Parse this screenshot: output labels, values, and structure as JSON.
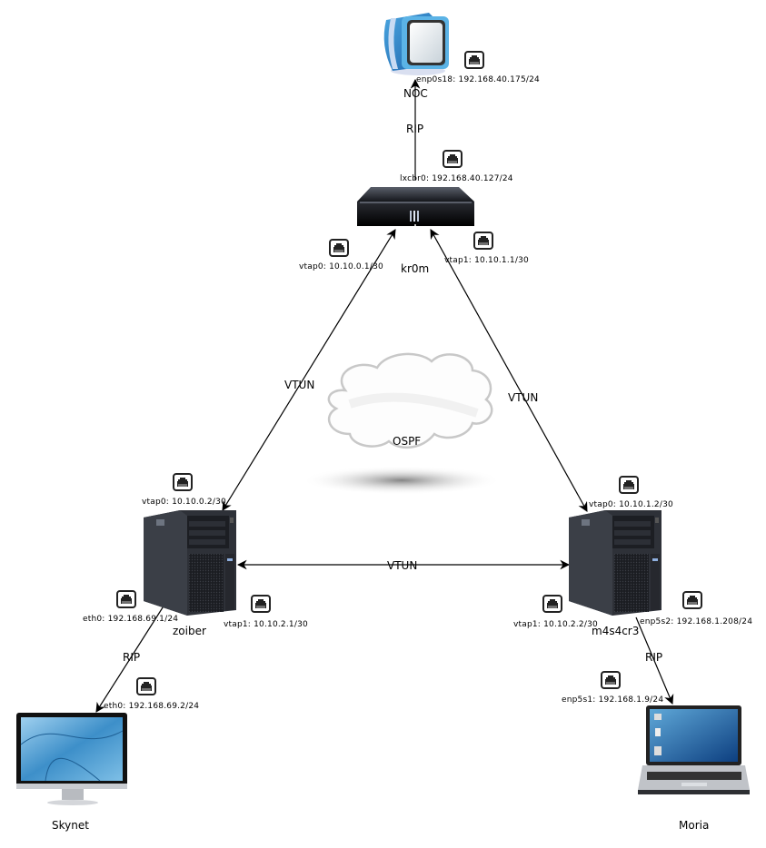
{
  "diagram": {
    "nodes": [
      {
        "id": "noc",
        "name": "NOC",
        "type": "crt-monitor",
        "interfaces": [
          {
            "name": "enp0s18",
            "address": "192.168.40.175/24",
            "label": "enp0s18: 192.168.40.175/24"
          }
        ]
      },
      {
        "id": "kr0m",
        "name": "kr0m",
        "type": "rack-server",
        "interfaces": [
          {
            "name": "lxcbr0",
            "address": "192.168.40.127/24",
            "label": "lxcbr0: 192.168.40.127/24"
          },
          {
            "name": "vtap0",
            "address": "10.10.0.1/30",
            "label": "vtap0: 10.10.0.1/30"
          },
          {
            "name": "vtap1",
            "address": "10.10.1.1/30",
            "label": "vtap1: 10.10.1.1/30"
          }
        ]
      },
      {
        "id": "zoiber",
        "name": "zoiber",
        "type": "tower-server",
        "interfaces": [
          {
            "name": "vtap0",
            "address": "10.10.0.2/30",
            "label": "vtap0: 10.10.0.2/30"
          },
          {
            "name": "eth0",
            "address": "192.168.69.1/24",
            "label": "eth0: 192.168.69.1/24"
          },
          {
            "name": "vtap1",
            "address": "10.10.2.1/30",
            "label": "vtap1: 10.10.2.1/30"
          }
        ]
      },
      {
        "id": "m4s4cr3",
        "name": "m4s4cr3",
        "type": "tower-server",
        "interfaces": [
          {
            "name": "vtap0",
            "address": "10.10.1.2/30",
            "label": "vtap0: 10.10.1.2/30"
          },
          {
            "name": "vtap1",
            "address": "10.10.2.2/30",
            "label": "vtap1: 10.10.2.2/30"
          },
          {
            "name": "enp5s2",
            "address": "192.168.1.208/24",
            "label": "enp5s2: 192.168.1.208/24"
          }
        ]
      },
      {
        "id": "skynet",
        "name": "Skynet",
        "type": "lcd-monitor",
        "interfaces": [
          {
            "name": "eth0",
            "address": "192.168.69.2/24",
            "label": "eth0: 192.168.69.2/24"
          }
        ]
      },
      {
        "id": "moria",
        "name": "Moria",
        "type": "laptop",
        "interfaces": [
          {
            "name": "enp5s1",
            "address": "192.168.1.9/24",
            "label": "enp5s1: 192.168.1.9/24"
          }
        ]
      }
    ],
    "edges": [
      {
        "from": "kr0m",
        "to": "noc",
        "label": "RIP",
        "direction": "to"
      },
      {
        "from": "kr0m",
        "to": "zoiber",
        "label": "VTUN",
        "direction": "both"
      },
      {
        "from": "kr0m",
        "to": "m4s4cr3",
        "label": "VTUN",
        "direction": "both"
      },
      {
        "from": "zoiber",
        "to": "m4s4cr3",
        "label": "VTUN",
        "direction": "both"
      },
      {
        "from": "zoiber",
        "to": "skynet",
        "label": "RIP",
        "direction": "to"
      },
      {
        "from": "m4s4cr3",
        "to": "moria",
        "label": "RIP",
        "direction": "to"
      }
    ],
    "cloud": {
      "label": "OSPF"
    }
  },
  "icons": {
    "port": "ethernet-port-icon"
  }
}
